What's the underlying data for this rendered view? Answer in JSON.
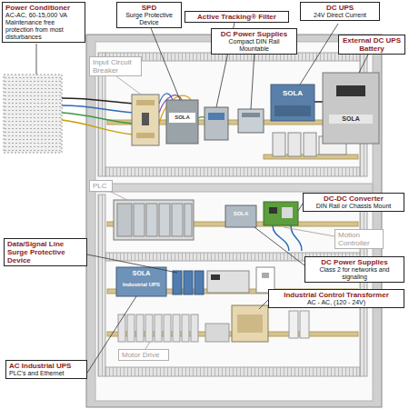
{
  "diagram": {
    "nodes": [
      {
        "text": [
          "Power Conditioner",
          "AC-AC, 60-15,000 VA Maintenance free protection from most disturbances"
        ]
      },
      {
        "text": [
          "SPD",
          "Surge Protective Device"
        ]
      },
      {
        "text": [
          "Active Tracking® Filter"
        ]
      },
      {
        "text": [
          "DC UPS",
          "24V Direct Current"
        ]
      },
      {
        "text": [
          "Input Circuit Breaker"
        ]
      },
      {
        "text": [
          "DC Power Supplies",
          "Compact DIN Rail Mountable"
        ]
      },
      {
        "text": [
          "External DC UPS Battery"
        ]
      },
      {
        "text": [
          "PLC"
        ]
      },
      {
        "text": [
          "DC-DC Converter",
          "DIN Rail or Chassis Mount"
        ]
      },
      {
        "text": [
          "Motion Controller"
        ]
      },
      {
        "text": [
          "Data/Signal Line Surge Protective Device"
        ]
      },
      {
        "text": [
          "DC Power Supplies",
          "Class 2 for networks and signaling"
        ]
      },
      {
        "text": [
          "Industrial Control Transformer",
          "AC - AC, (120 - 24V)"
        ]
      },
      {
        "text": [
          "AC Industrial UPS",
          "PLC's and Ethernet"
        ]
      },
      {
        "text": [
          "Motor Drive"
        ]
      }
    ],
    "labels": [
      "SOLA",
      "SOLA",
      "SOLA",
      "SOLA",
      "SOLA",
      "Industrial UPS"
    ]
  }
}
